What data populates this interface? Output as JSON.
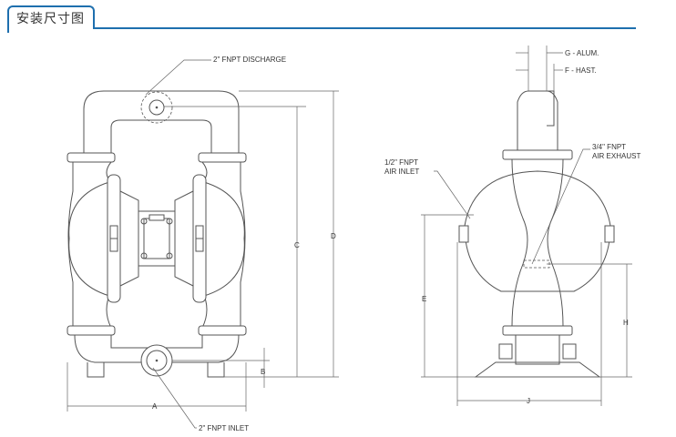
{
  "header": {
    "title": "安装尺寸图"
  },
  "labels": {
    "discharge": "2\" FNPT DISCHARGE",
    "inlet": "2\" FNPT INLET",
    "air_inlet_l1": "1/2\" FNPT",
    "air_inlet_l2": "AIR INLET",
    "air_exhaust_l1": "3/4\" FNPT",
    "air_exhaust_l2": "AIR EXHAUST",
    "g_alum": "G - ALUM.",
    "f_hast": "F - HAST."
  },
  "dimensions": {
    "a": "A",
    "b": "B",
    "c": "C",
    "d": "D",
    "e": "E",
    "h": "H",
    "j": "J"
  },
  "colors": {
    "accent": "#1e6fae",
    "line": "#555555"
  }
}
